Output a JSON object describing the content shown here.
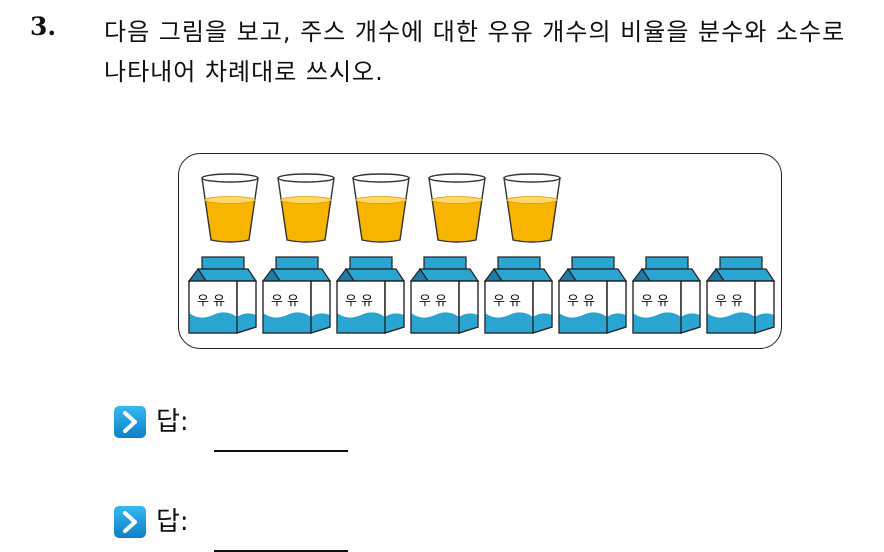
{
  "question": {
    "number": "3.",
    "text": "다음 그림을 보고, 주스 개수에 대한 우유 개수의 비율을 분수와 소수로 나타내어 차례대로 쓰시오."
  },
  "figure": {
    "juice_cup_count": 5,
    "milk_carton_count": 8,
    "carton_label": "우유",
    "colors": {
      "juice": "#f7b500",
      "carton_blue": "#2aa5d2",
      "frame": "#222222"
    }
  },
  "answers": [
    {
      "label": "답:",
      "icon": "chevron-right-icon"
    },
    {
      "label": "답:",
      "icon": "chevron-right-icon"
    }
  ]
}
